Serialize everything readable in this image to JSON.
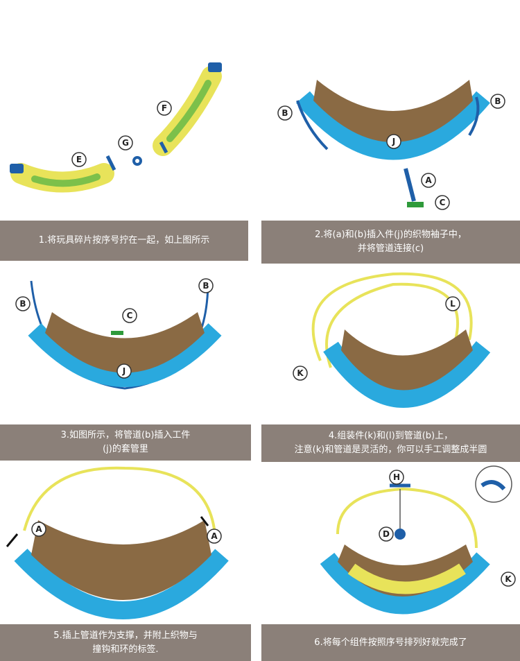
{
  "steps": [
    {
      "caption_lines": [
        "1.将玩具碎片按序号拧在一起，如上图所示"
      ],
      "labels": {
        "e": "E",
        "f": "F",
        "g": "G"
      }
    },
    {
      "caption_lines": [
        "2.将(a)和(b)插入件(j)的织物袖子中，",
        "并将管道连接(c)"
      ],
      "labels": {
        "b1": "B",
        "b2": "B",
        "j": "J",
        "a": "A",
        "c": "C"
      }
    },
    {
      "caption_lines": [
        "3.如图所示，将管道(b)插入工件",
        "(j)的套管里"
      ],
      "labels": {
        "b1": "B",
        "b2": "B",
        "c": "C",
        "j": "J"
      }
    },
    {
      "caption_lines": [
        "4.组装件(k)和(l)到管道(b)上，",
        "注意(k)和管道是灵活的，你可以手工调整成半圆"
      ],
      "labels": {
        "l": "L",
        "k": "K"
      }
    },
    {
      "caption_lines": [
        "5.插上管道作为支撑，并附上织物与",
        "撞钩和环的标签."
      ],
      "labels": {
        "a1": "A",
        "a2": "A"
      }
    },
    {
      "caption_lines": [
        "6.将每个组件按照序号排列好就完成了"
      ],
      "labels": {
        "h": "H",
        "d": "D",
        "k": "K"
      }
    }
  ],
  "colors": {
    "fabric": "#8a6a44",
    "tube_blue": "#2aa9de",
    "tube_yellow": "#e8e35a",
    "tube_green": "#7cc04a",
    "pipe_blue": "#1f5fa8",
    "caption_bg": "#8b8079"
  }
}
